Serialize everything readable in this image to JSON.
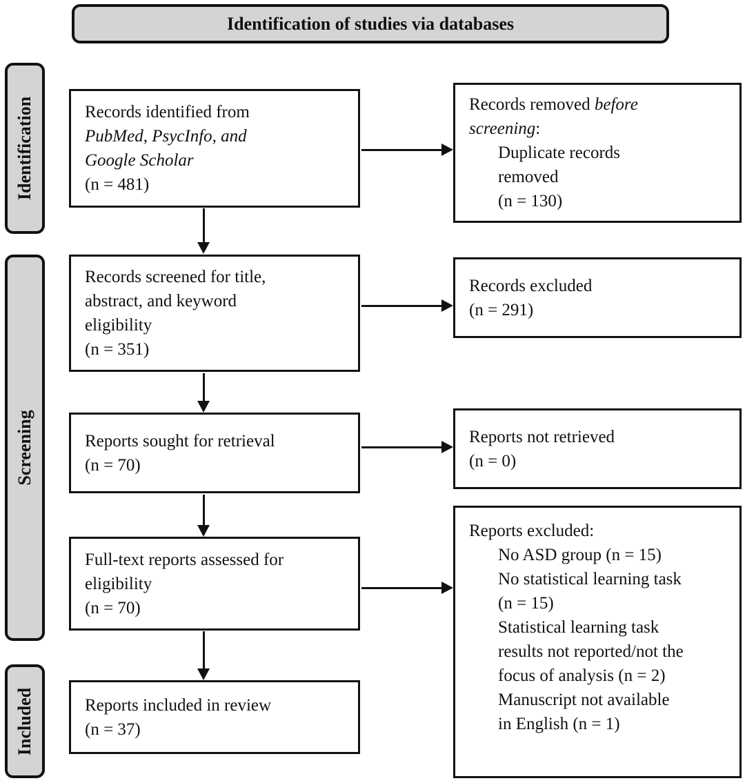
{
  "header": {
    "title": "Identification of studies via databases"
  },
  "stages": {
    "identification": "Identification",
    "screening": "Screening",
    "included": "Included"
  },
  "flow": {
    "records_identified": {
      "l1": "Records identified from",
      "l2": "PubMed, PsycInfo, and",
      "l3": "Google Scholar",
      "n": "(n = 481)"
    },
    "records_removed": {
      "l1a": "Records removed",
      "l1b": "before",
      "l2a": "screening",
      "l2b": ":",
      "item_l1": "Duplicate records",
      "item_l2": "removed",
      "item_n": "(n = 130)"
    },
    "records_screened": {
      "l1": "Records screened for title,",
      "l2": "abstract, and keyword",
      "l3": "eligibility",
      "n": "(n = 351)"
    },
    "records_excluded": {
      "l1": "Records excluded",
      "n": "(n = 291)"
    },
    "reports_sought": {
      "l1": "Reports sought for retrieval",
      "n": "(n = 70)"
    },
    "reports_not_retrieved": {
      "l1": "Reports not retrieved",
      "n": "(n = 0)"
    },
    "fulltext_assessed": {
      "l1": "Full-text reports assessed for",
      "l2": "eligibility",
      "n": "(n = 70)"
    },
    "reports_excluded": {
      "title": "Reports excluded:",
      "i1": "No ASD group (n = 15)",
      "i2a": "No statistical learning task",
      "i2b": "(n = 15)",
      "i3a": "Statistical learning task",
      "i3b": "results not reported/not the",
      "i3c": "focus of analysis (n = 2)",
      "i4a": "Manuscript not available",
      "i4b": "in English (n = 1)"
    },
    "reports_included": {
      "l1": "Reports included in review",
      "n": "(n = 37)"
    }
  },
  "colors": {
    "panel_gray": "#d4d4d4",
    "line_black": "#111111"
  }
}
